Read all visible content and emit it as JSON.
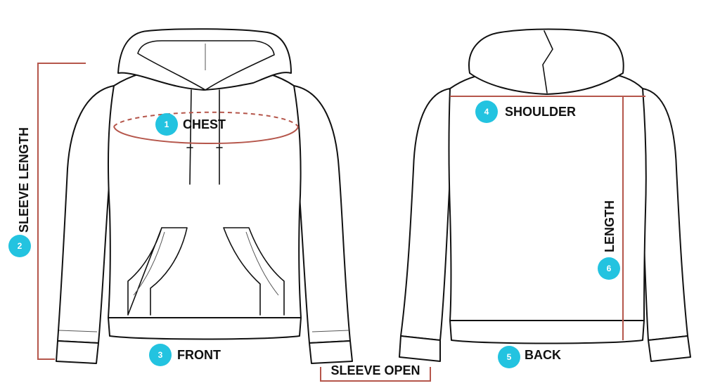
{
  "colors": {
    "badge": "#23c3e0",
    "measure_line": "#b5564b",
    "outline": "#111111"
  },
  "views": [
    "front",
    "back"
  ],
  "measurements": [
    {
      "number": "1",
      "label": "CHEST"
    },
    {
      "number": "2",
      "label": "SLEEVE LENGTH"
    },
    {
      "number": "3",
      "label": "FRONT"
    },
    {
      "number": "4",
      "label": "SHOULDER"
    },
    {
      "number": "5",
      "label": "BACK"
    },
    {
      "number": "6",
      "label": "LENGTH"
    }
  ],
  "sleeve_open_label": "SLEEVE OPEN"
}
